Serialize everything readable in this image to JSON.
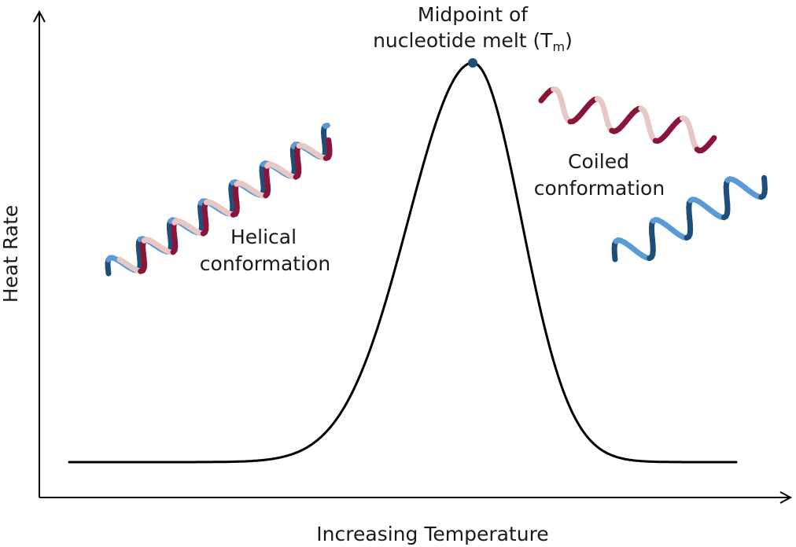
{
  "axes": {
    "x_label": "Increasing Temperature",
    "y_label": "Heat Rate"
  },
  "annotations": {
    "peak_line1": "Midpoint of",
    "peak_line2": "nucleotide melt (T",
    "peak_sub": "m",
    "peak_close": ")",
    "helical_line1": "Helical",
    "helical_line2": "conformation",
    "coiled_line1": "Coiled",
    "coiled_line2": "conformation"
  },
  "colors": {
    "curve": "#000000",
    "peak_marker": "#1e4d7a",
    "navy": "#1f4e79",
    "light_blue": "#5b9bd5",
    "maroon": "#8a1538",
    "pink": "#e8c8c4"
  }
}
